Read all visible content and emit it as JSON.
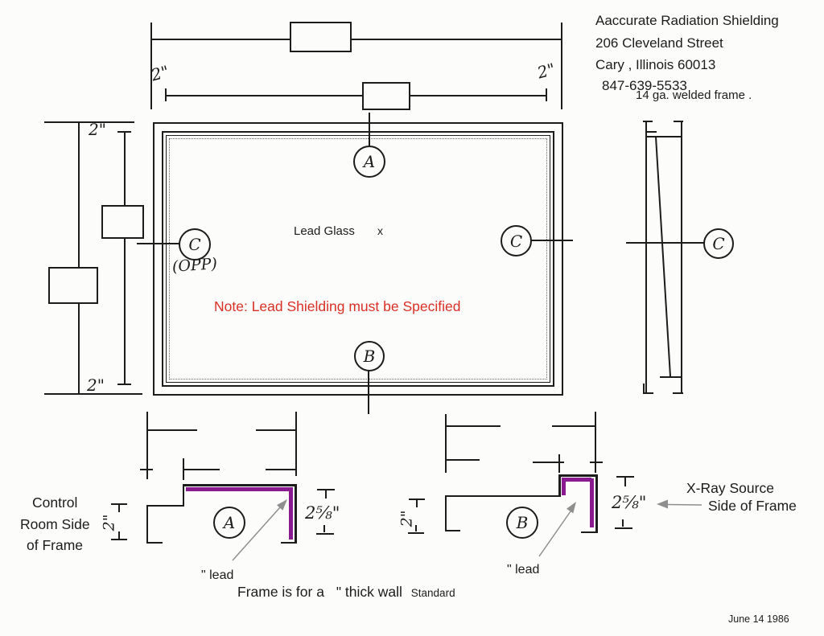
{
  "colors": {
    "ink": "#1c1c1c",
    "lead_highlight": "#8a1a8f",
    "note_red": "#d93026",
    "arrow_gray": "#8f8f8f"
  },
  "header": {
    "company": "Aaccurate Radiation Shielding",
    "street": "206 Cleveland Street",
    "city": "Cary , Illinois 60013",
    "phone": "847-639-5533",
    "frame_note": "14 ga. welded frame ."
  },
  "front_view": {
    "glass_label": "Lead Glass",
    "x_marker": "x",
    "red_note": "Note: Lead Shielding must be Specified",
    "marker_top": "A",
    "marker_bottom": "B",
    "marker_left": "C",
    "marker_left_note": "(OPP)",
    "marker_right": "C"
  },
  "side_view": {
    "marker": "C"
  },
  "dimensions": {
    "top_left": "2\"",
    "top_right": "2\"",
    "left_top": "2\"",
    "left_bottom": "2\"",
    "detail_a_left": "2\"",
    "detail_a_right": "2⅝\"",
    "detail_b_left": "2\"",
    "detail_b_right": "2⅝\""
  },
  "detail_a": {
    "marker": "A",
    "lead_label": "\" lead"
  },
  "detail_b": {
    "marker": "B",
    "lead_label": "\" lead"
  },
  "labels": {
    "control_line1": "Control",
    "control_line2": "Room Side",
    "control_line3": "of Frame",
    "xray_line1": "X-Ray Source",
    "xray_line2": "Side of Frame",
    "wall_note_1": "Frame is for a",
    "wall_note_2": "\" thick wall",
    "wall_note_3": "Standard",
    "date": "June 14 1986"
  }
}
